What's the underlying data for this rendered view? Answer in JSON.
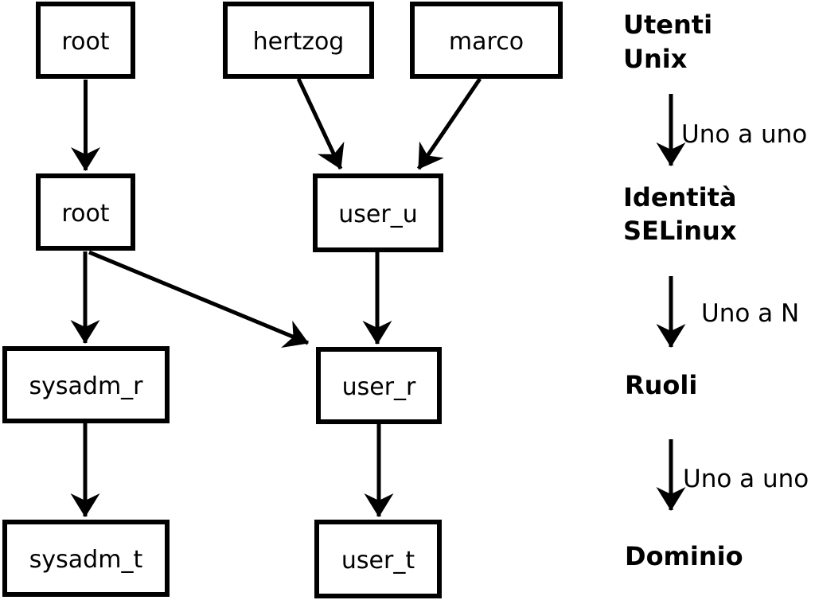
{
  "diagram": {
    "nodes": {
      "unix_root": {
        "label": "root"
      },
      "hertzog": {
        "label": "hertzog"
      },
      "marco": {
        "label": "marco"
      },
      "selinux_root": {
        "label": "root"
      },
      "user_u": {
        "label": "user_u"
      },
      "sysadm_r": {
        "label": "sysadm_r"
      },
      "user_r": {
        "label": "user_r"
      },
      "sysadm_t": {
        "label": "sysadm_t"
      },
      "user_t": {
        "label": "user_t"
      }
    },
    "legend": {
      "level1_line1": "Utenti",
      "level1_line2": "Unix",
      "relation1": "Uno a uno",
      "level2_line1": "Identità",
      "level2_line2": "SELinux",
      "relation2": "Uno a N",
      "level3": "Ruoli",
      "relation3": "Uno a uno",
      "level4": "Dominio"
    },
    "colors": {
      "stroke": "#000000",
      "background": "#ffffff",
      "box_fill": "#ffffff"
    }
  }
}
